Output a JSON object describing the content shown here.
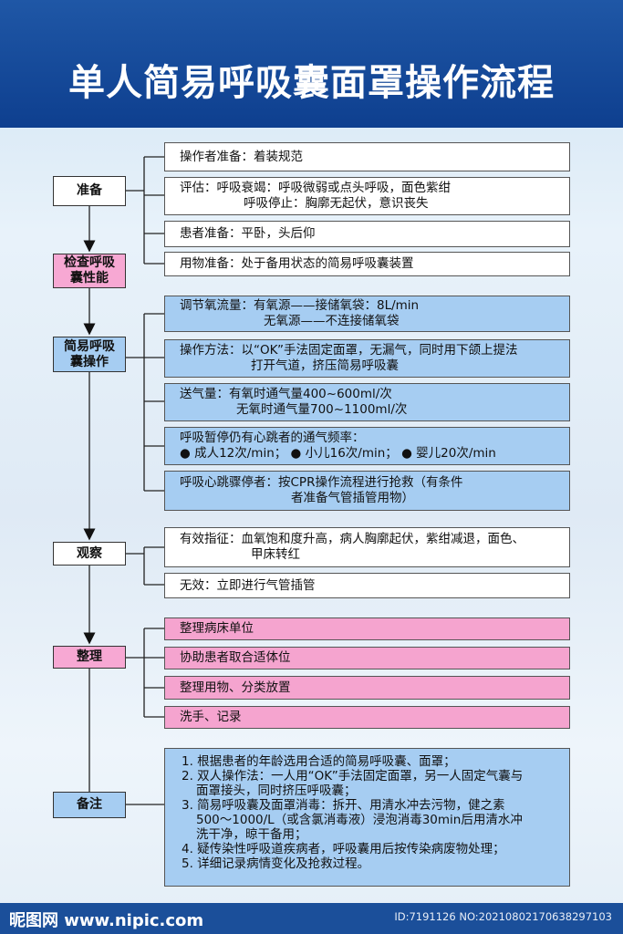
{
  "title": "单人简易呼吸囊面罩操作流程",
  "steps": {
    "prepare": "准备",
    "check": "检查呼吸\n囊性能",
    "operate": "简易呼吸\n囊操作",
    "observe": "观察",
    "tidy": "整理",
    "notes": "备注"
  },
  "prepare_items": {
    "a": "操作者准备：着装规范",
    "b1": "评估：呼吸衰竭：呼吸微弱或点头呼吸，面色紫绀",
    "b2": "呼吸停止：胸廓无起伏，意识丧失",
    "c": "患者准备：平卧，头后仰",
    "d": "用物准备：处于备用状态的简易呼吸囊装置"
  },
  "operate_items": {
    "a1": "调节氧流量：有氧源——接储氧袋：8L/min",
    "a2": "无氧源——不连接储氧袋",
    "b1": "操作方法：以“OK”手法固定面罩，无漏气，同时用下颌上提法",
    "b2": "打开气道，挤压简易呼吸囊",
    "c1": "送气量：有氧时通气量400~600ml/次",
    "c2": "无氧时通气量700~1100ml/次",
    "d1": "呼吸暂停仍有心跳者的通气频率：",
    "d2": "● 成人12次/min；  ● 小儿16次/min；  ● 婴儿20次/min",
    "e1": "呼吸心跳骤停者：按CPR操作流程进行抢救（有条件",
    "e2": "者准备气管插管用物）"
  },
  "observe_items": {
    "a1": "有效指征：血氧饱和度升高，病人胸廓起伏，紫绀减退，面色、",
    "a2": "甲床转红",
    "b": "无效：立即进行气管插管"
  },
  "tidy_items": {
    "a": "整理病床单位",
    "b": "协助患者取合适体位",
    "c": "整理用物、分类放置",
    "d": "洗手、记录"
  },
  "notes_items": {
    "n1": "1. 根据患者的年龄选用合适的简易呼吸囊、面罩；",
    "n2a": "2. 双人操作法：一人用“OK”手法固定面罩，另一人固定气囊与",
    "n2b": "面罩接头，同时挤压呼吸囊；",
    "n3a": "3. 简易呼吸囊及面罩消毒：拆开、用清水冲去污物，健之素",
    "n3b": "500～1000/L（或含氯消毒液）浸泡消毒30min后用清水冲",
    "n3c": "洗干净，晾干备用；",
    "n4": "4. 疑传染性呼吸道疾病者，呼吸囊用后按传染病废物处理；",
    "n5": "5. 详细记录病情变化及抢救过程。"
  },
  "footer": {
    "logo": "昵图网 www.nipic.com",
    "id": "ID:7191126 NO:20210802170638297103"
  }
}
